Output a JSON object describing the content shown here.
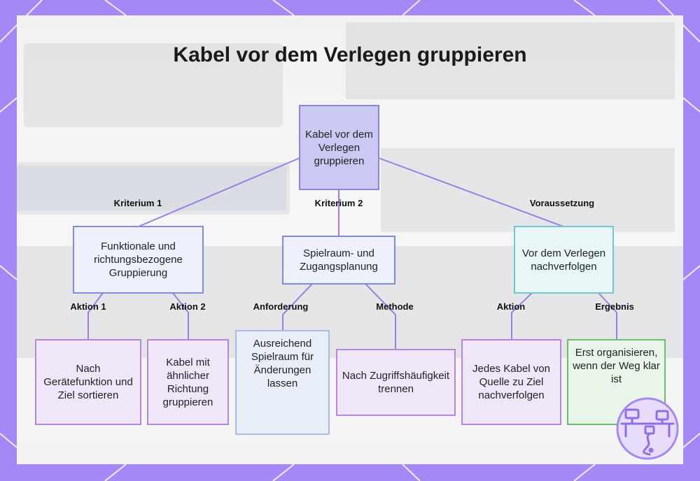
{
  "title": "Kabel vor dem Verlegen gruppieren",
  "colors": {
    "frame": "#a488f6",
    "link": "#9b7fe6",
    "root_fill": "#c9c9f4",
    "root_border": "#8c86d9",
    "blue_fill": "#eef1fb",
    "blue_border": "#7f8be0",
    "teal_fill": "#e9f7f9",
    "teal_border": "#6fc6d6",
    "purple_fill": "#f0e6fa",
    "purple_border": "#b486df",
    "lightblue_fill": "#e8eef8",
    "lightblue_border": "#a9bce3",
    "green_fill": "#eaf5ea",
    "green_border": "#6cbd6c"
  },
  "nodes": {
    "root": "Kabel vor dem Verlegen gruppieren",
    "functional": "Funktionale und richtungsbezogene Gruppierung",
    "space": "Spielraum- und Zugangsplanung",
    "trace": "Vor dem Verlegen nachverfolgen",
    "sort_function": "Nach Gerätefunktion und Ziel sortieren",
    "group_direction": "Kabel mit ähnlicher Richtung gruppieren",
    "leave_slack": "Ausreichend Spielraum für Änderungen lassen",
    "separate_access": "Nach Zugriffshäufigkeit trennen",
    "trace_each": "Jedes Kabel von Quelle zu Ziel nachverfolgen",
    "organize_first": "Erst organisieren, wenn der Weg klar ist"
  },
  "edge_labels": {
    "criterion_1": "Kriterium 1",
    "criterion_2": "Kriterium 2",
    "prerequisite": "Voraussetzung",
    "action_1": "Aktion 1",
    "action_2": "Aktion 2",
    "requirement": "Anforderung",
    "method": "Methode",
    "action": "Aktion",
    "result": "Ergebnis"
  },
  "icons": {
    "logo": "desk-workstation-icon"
  }
}
